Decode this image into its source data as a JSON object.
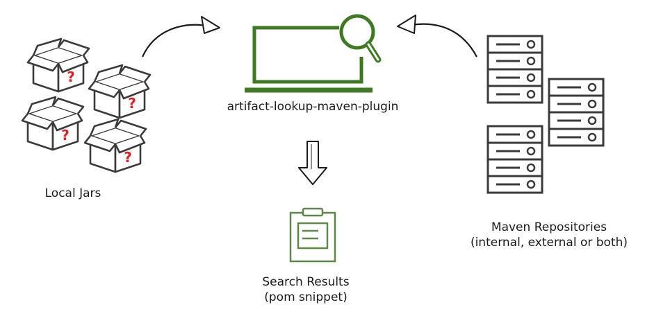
{
  "labels": {
    "plugin": "artifact-lookup-maven-plugin",
    "local_jars": "Local Jars",
    "maven_line1": "Maven Repositories",
    "maven_line2": "(internal, external or both)",
    "search_line1": "Search Results",
    "search_line2": "(pom snippet)",
    "question_mark": "?"
  },
  "icons": {
    "plugin": "laptop-magnifier-icon",
    "local_jars": "question-box-icon",
    "maven": "server-rack-icon",
    "result": "clipboard-icon",
    "flow": "arrow-icon"
  },
  "colors": {
    "accent_green": "#3e7a22",
    "result_green": "#5a8a46",
    "stroke_dark": "#3a3a3a",
    "question_red": "#e02020"
  }
}
